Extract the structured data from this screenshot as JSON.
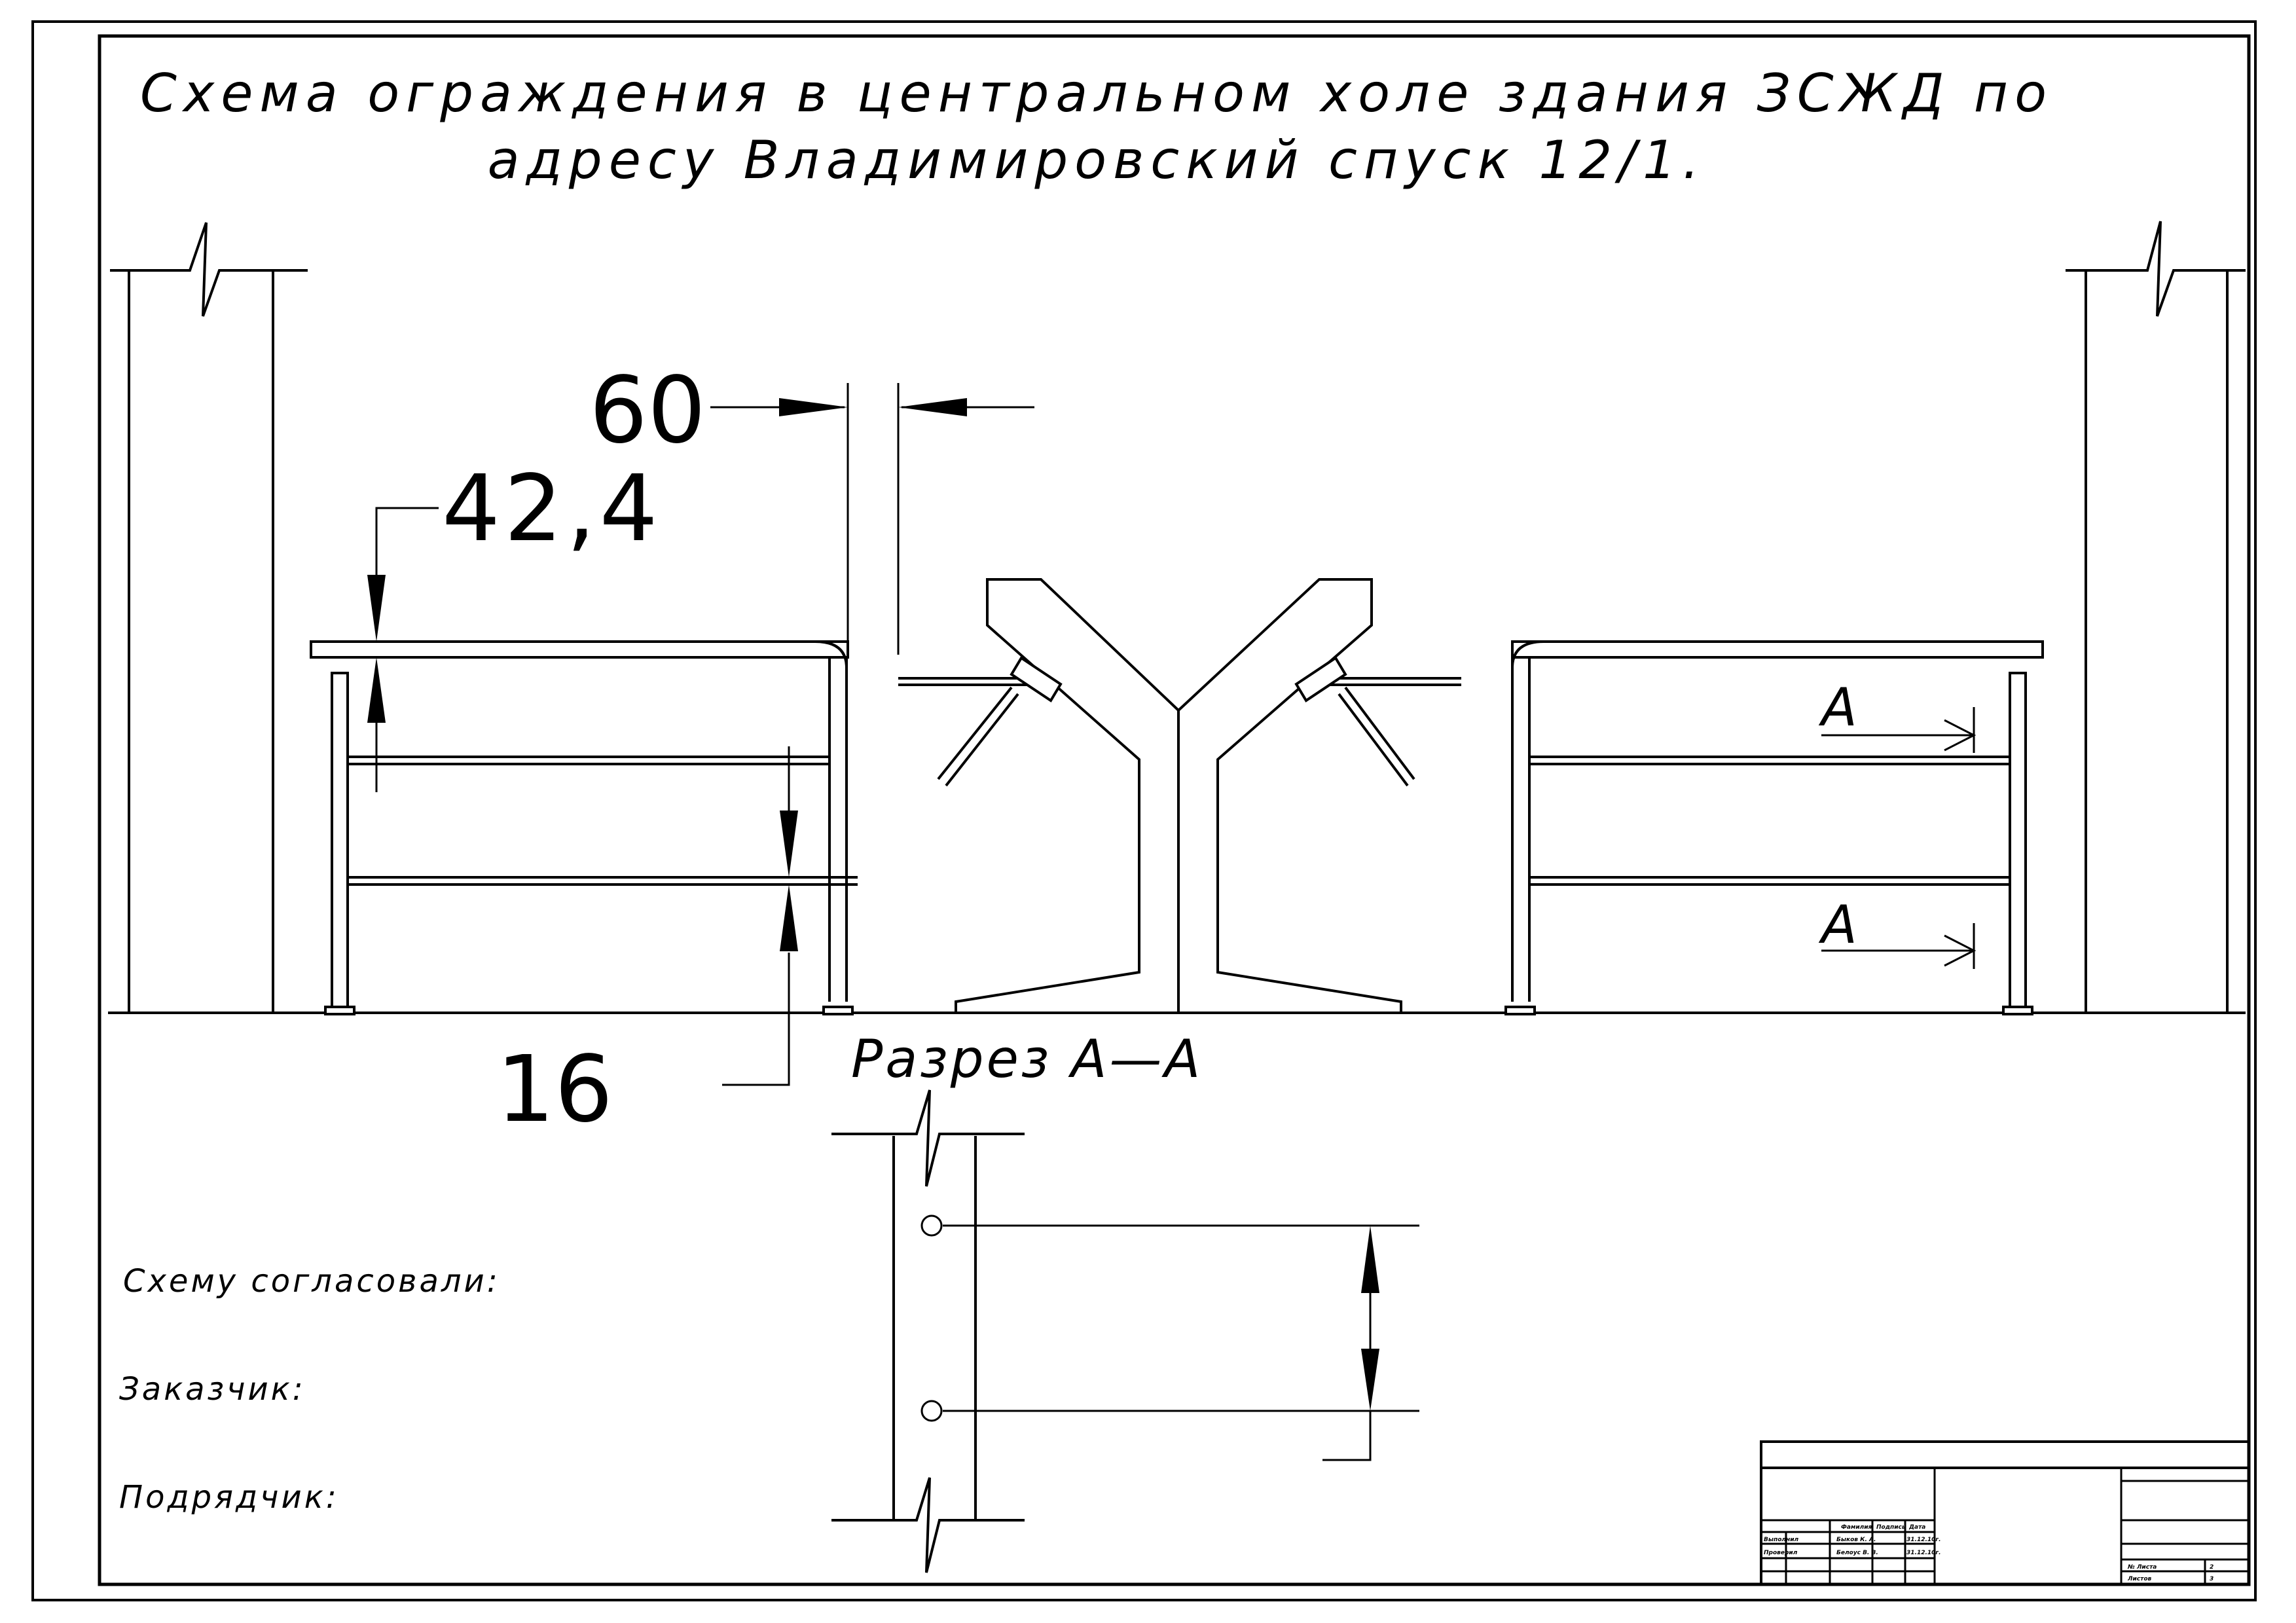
{
  "title": {
    "line1": "Схема ограждения в центральном холе здания ЗСЖД по",
    "line2": "адресу Владимировский спуск 12/1."
  },
  "dimensions": {
    "d60": "60",
    "d42": "42,4",
    "d16": "16"
  },
  "section_marks": {
    "mark_top": "A",
    "mark_bottom": "A",
    "section_label": "Разрез А—А"
  },
  "approvals": {
    "agreed": "Схему согласовали:",
    "customer": "Заказчик:",
    "contractor": "Подрядчик:"
  },
  "title_block": {
    "col_surname": "Фамилия",
    "col_sign": "Подпись",
    "col_date": "Дата",
    "row1_role": "Выполнил",
    "row1_name": "Быков К. А.",
    "row1_date": "31.12.10г.",
    "row2_role": "Проверил",
    "row2_name": "Белоус В. В.",
    "row2_date": "31.12.10г.",
    "sheet_no_label": "№ Листа",
    "sheet_no_value": "2",
    "sheets_label": "Листов",
    "sheets_value": "3"
  }
}
